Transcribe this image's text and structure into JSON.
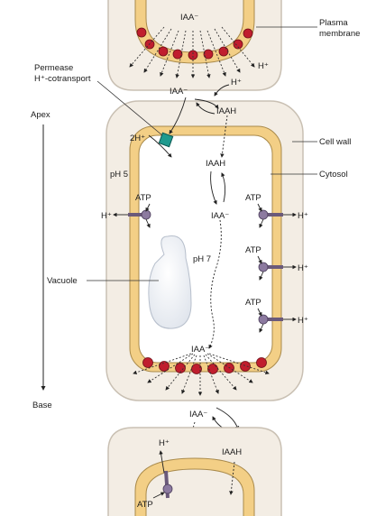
{
  "labels": {
    "plasma_membrane_1": "Plasma",
    "plasma_membrane_2": "membrane",
    "cell_wall": "Cell wall",
    "cytosol": "Cytosol",
    "vacuole": "Vacuole",
    "permease_1": "Permease",
    "permease_2": "H⁺-cotransport",
    "apex": "Apex",
    "base": "Base",
    "ph5": "pH 5",
    "ph7": "pH 7"
  },
  "species": {
    "iaa_anion": "IAA⁻",
    "iaah": "IAAH",
    "h_plus": "H⁺",
    "two_h_plus": "2H⁺",
    "atp": "ATP"
  },
  "colors": {
    "cell_wall_fill": "#f3ede4",
    "cell_wall_stroke": "#c9c0b3",
    "membrane_fill": "#f3cf86",
    "membrane_stroke": "#a98a4b",
    "carrier_fill": "#c01e2e",
    "permease_fill": "#1f9a8e",
    "pump_fill": "#8c7aa0",
    "vacuole_fill": "#e9edf3"
  },
  "icons": {
    "efflux_carrier": "red-circle",
    "permease": "teal-diamond",
    "atpase_pump": "purple-circle-with-bar"
  }
}
